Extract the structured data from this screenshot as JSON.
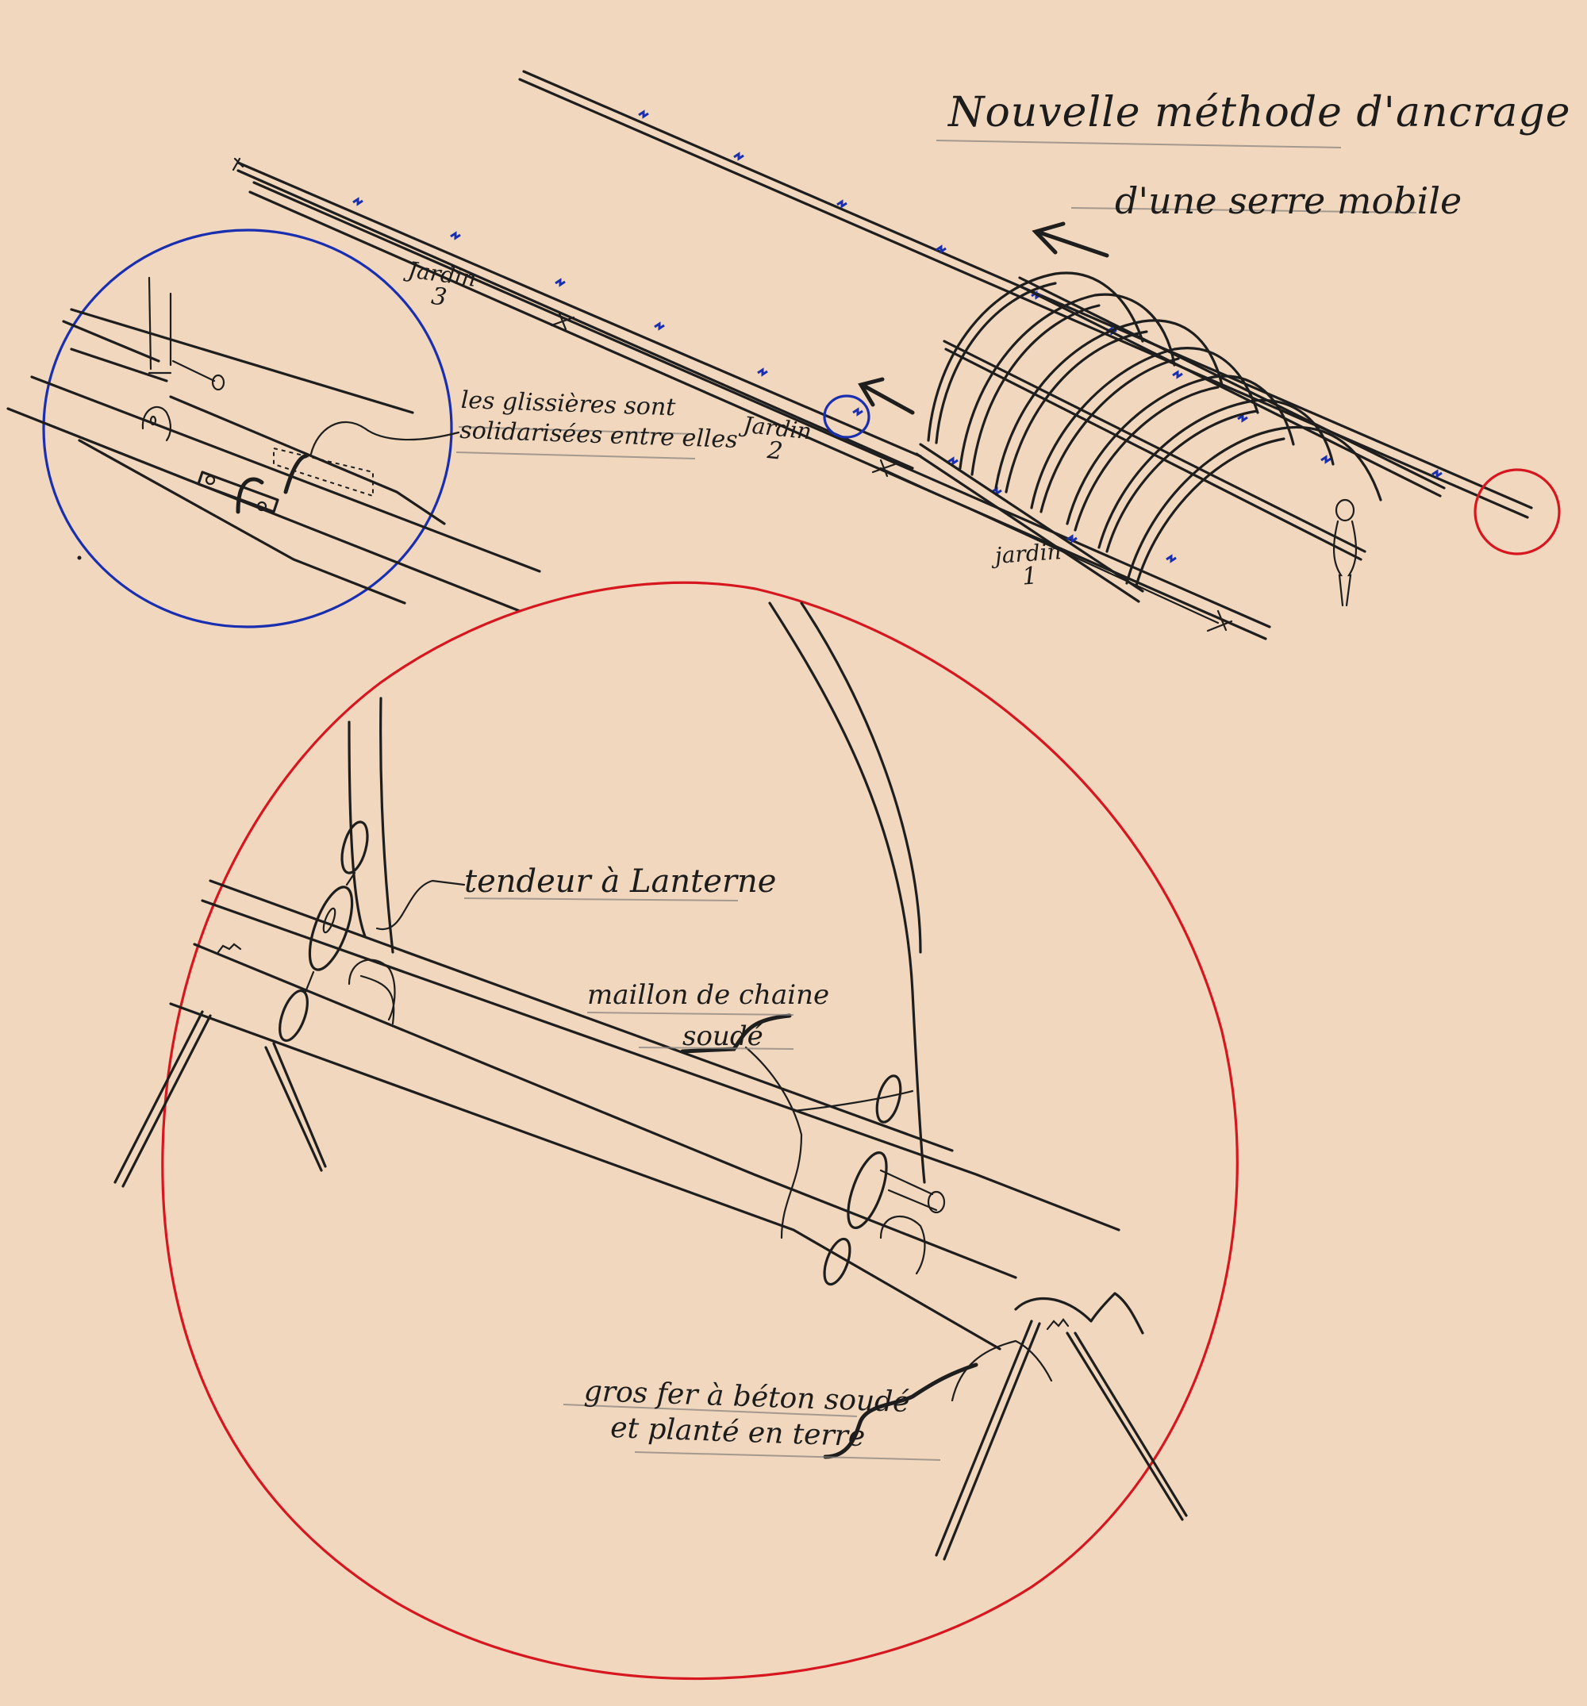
{
  "sheet": {
    "background_color": "#f0d7bd",
    "ink_color": "#1e1e1e",
    "detail_ring_blue": "#1a2fb0",
    "detail_ring_red": "#d6171f"
  },
  "title": {
    "line1": "Nouvelle méthode d'ancrage",
    "line2": "d'une serre mobile"
  },
  "overview": {
    "gardens": [
      {
        "label": "Jardin",
        "number": "3"
      },
      {
        "label": "Jardin",
        "number": "2"
      },
      {
        "label": "jardin",
        "number": "1"
      }
    ],
    "arrows": [
      "direction-of-travel-arrow",
      "direction-of-travel-arrow"
    ],
    "greenhouse": {
      "type": "tunnel",
      "arches": 7,
      "figure_for_scale": true
    }
  },
  "blue_detail": {
    "note_line1": "les glissières sont",
    "note_line2": "solidarisées entre elles"
  },
  "red_detail": {
    "tendeur": "tendeur à Lanterne",
    "maillon_line1": "maillon de chaine",
    "maillon_line2": "soudé",
    "gros_fer_line1": "gros fer à béton soudé",
    "gros_fer_line2": "et planté en terre"
  }
}
